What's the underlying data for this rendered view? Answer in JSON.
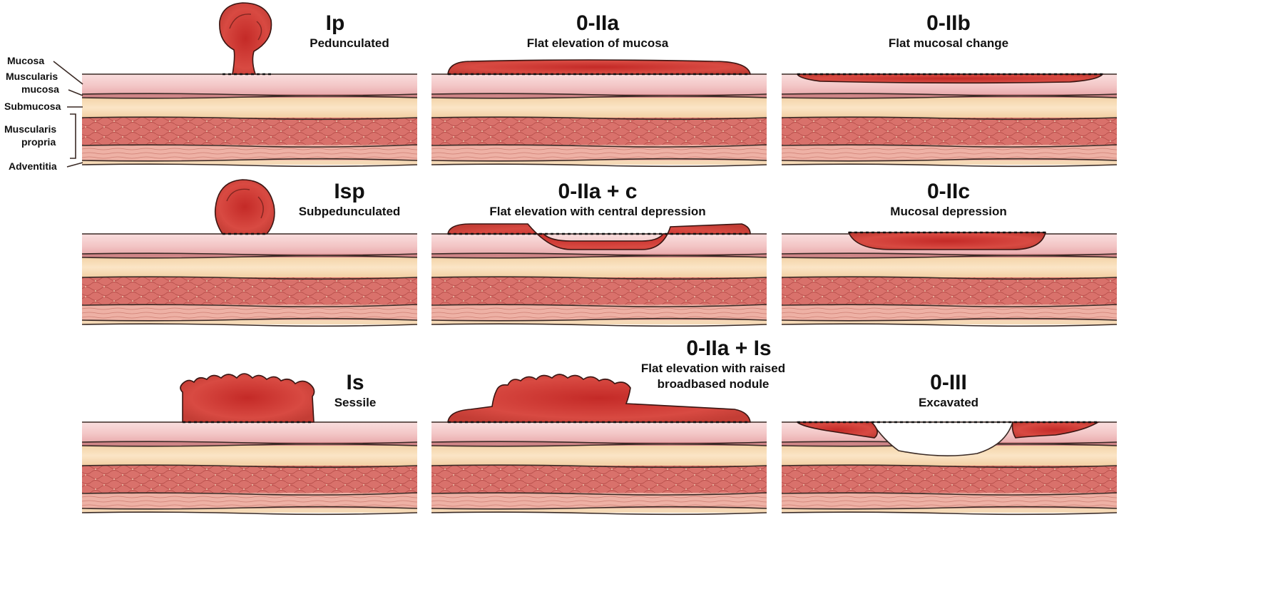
{
  "labels": {
    "mucosa": "Mucosa",
    "muscularis_mucosa_1": "Muscularis",
    "muscularis_mucosa_2": "mucosa",
    "submucosa": "Submucosa",
    "muscularis_propria_1": "Muscularis",
    "muscularis_propria_2": "propria",
    "adventitia": "Adventitia"
  },
  "panels": {
    "ip": {
      "title": "Ip",
      "subtitle": "Pedunculated"
    },
    "iia": {
      "title": "0-IIa",
      "subtitle": "Flat elevation of mucosa"
    },
    "iib": {
      "title": "0-IIb",
      "subtitle": "Flat mucosal change"
    },
    "isp": {
      "title": "Isp",
      "subtitle": "Subpedunculated"
    },
    "iiac": {
      "title": "0-IIa + c",
      "subtitle": "Flat elevation with central depression"
    },
    "iic": {
      "title": "0-IIc",
      "subtitle": "Mucosal depression"
    },
    "is": {
      "title": "Is",
      "subtitle": "Sessile"
    },
    "iiais": {
      "title": "0-IIa + Is",
      "subtitle_1": "Flat elevation with raised",
      "subtitle_2": "broadbased nodule"
    },
    "iii": {
      "title": "0-III",
      "subtitle": "Excavated"
    }
  },
  "colors": {
    "mucosa": "#f4c9c8",
    "submucosa": "#f8dcb4",
    "muscularis": "#d9736c",
    "lesion": "#c8362f"
  }
}
